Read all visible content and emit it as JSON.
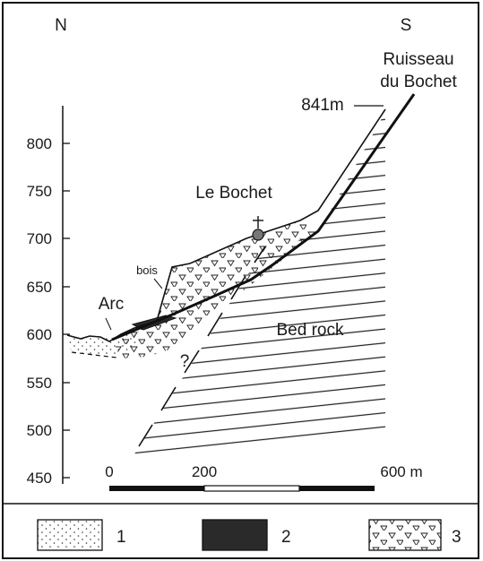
{
  "orientation": {
    "north": "N",
    "south": "S"
  },
  "elevation_axis": {
    "ticks": [
      "800",
      "750",
      "700",
      "650",
      "600",
      "550",
      "500",
      "450"
    ]
  },
  "scale_bar": {
    "labels": [
      "0",
      "200",
      "600 m"
    ]
  },
  "labels": {
    "stream": [
      "Ruisseau",
      "du Bochet"
    ],
    "summit": "841m",
    "village": "Le Bochet",
    "woods": "bois",
    "river": "Arc",
    "bedrock": "Bed rock",
    "unknown": "?"
  },
  "legend": [
    {
      "number": "1",
      "pattern": "dotted"
    },
    {
      "number": "2",
      "pattern": "solid-dark"
    },
    {
      "number": "3",
      "pattern": "triangles"
    }
  ]
}
